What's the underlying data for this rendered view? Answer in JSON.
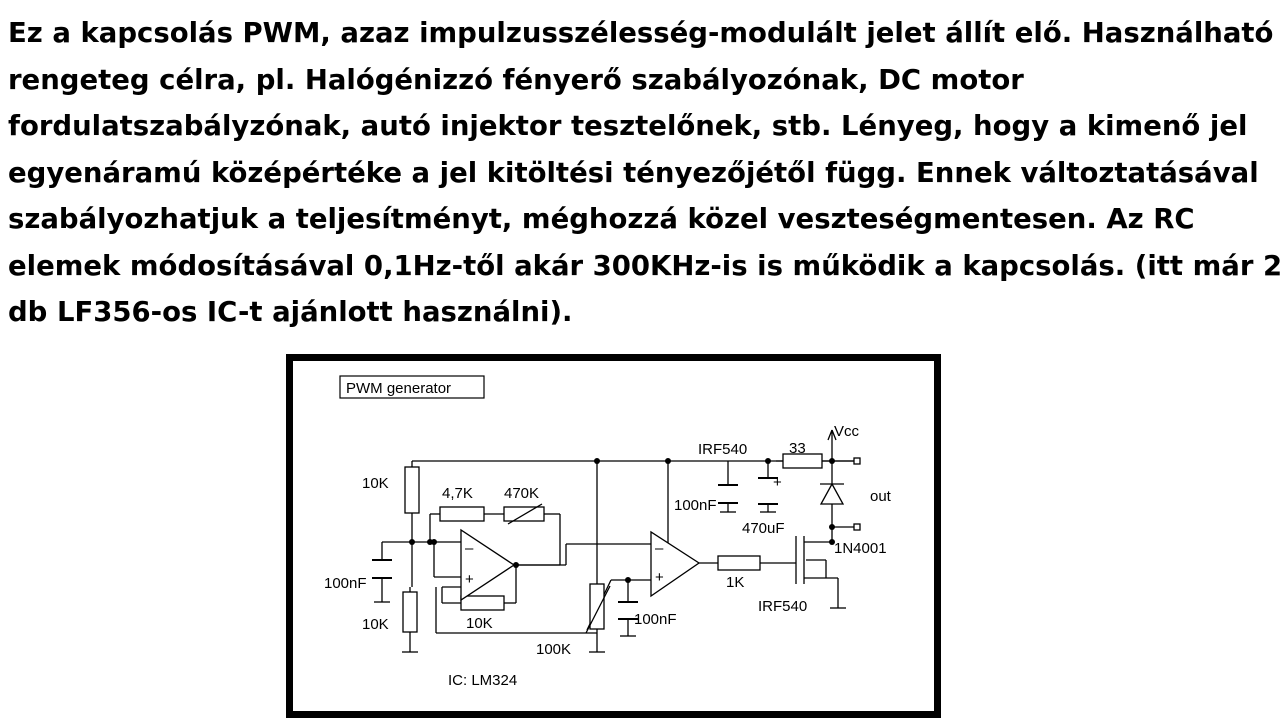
{
  "description_lines": [
    "Ez a kapcsolás PWM, azaz impulzusszélesség-modulált jelet állít elő. Használható",
    "rengeteg célra, pl. Halógénizzó fényerő szabályozónak, DC motor",
    "fordulatszabályzónak, autó injektor tesztelőnek, stb. Lényeg, hogy a kimenő jel",
    "egyenáramú középértéke a jel kitöltési tényezőjétől függ. Ennek változtatásával",
    "szabályozhatjuk a teljesítményt, méghozzá közel veszteségmentesen. Az RC",
    "elemek módosításával 0,1Hz-től akár 300KHz-is is működik a kapcsolás. (itt már 2",
    "db LF356-os IC-t ajánlott használni)."
  ],
  "schematic": {
    "title": "PWM generator",
    "ic_note": "IC: LM324",
    "labels": {
      "r_top": "10K",
      "r_bottom": "10K",
      "r_4k7": "4,7K",
      "pot_470k": "470K",
      "c_100n_left": "100nF",
      "r_fb_10k": "10K",
      "pot_100k": "100K",
      "c_100n_mid": "100nF",
      "c_100n_supply": "100nF",
      "c_470u": "470uF",
      "mosfet_top": "IRF540",
      "r_33": "33",
      "vcc": "Vcc",
      "out": "out",
      "diode": "1N4001",
      "r_1k": "1K",
      "mosfet_bottom": "IRF540"
    },
    "opamp_plus": "+",
    "opamp_minus": "–",
    "cap_plus": "+"
  }
}
